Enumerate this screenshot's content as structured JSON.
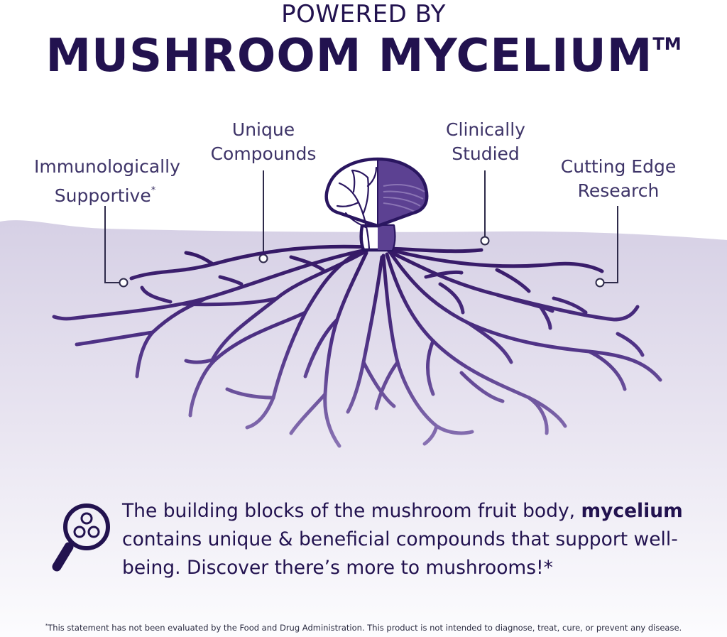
{
  "header": {
    "eyebrow": "POWERED BY",
    "title": "MUSHROOM MYCELIUM",
    "trademark": "TM"
  },
  "callouts": [
    {
      "line1": "Immunologically",
      "line2": "Supportive",
      "mark": "*"
    },
    {
      "line1": "Unique",
      "line2": "Compounds",
      "mark": ""
    },
    {
      "line1": "Clinically",
      "line2": "Studied",
      "mark": ""
    },
    {
      "line1": "Cutting Edge",
      "line2": "Research",
      "mark": ""
    }
  ],
  "description": {
    "before": "The building blocks of the mushroom fruit body, ",
    "bold": "mycelium",
    "after": " contains unique & beneficial compounds that support well-being. Discover there’s more to mushrooms!*"
  },
  "footnote": {
    "mark": "*",
    "text": "This statement has not been evaluated by the Food and Drug Administration. This product is not intended to diagnose, treat, cure, or prevent any disease."
  },
  "icons": {
    "magnifier": "magnifying-glass-molecule-icon",
    "mushroom": "mushroom-illustration"
  },
  "colors": {
    "title": "#22124f",
    "label": "#3e3468",
    "root_dark": "#321662",
    "root_light": "#7e65aa",
    "cap_shade": "#5c4192",
    "ground": "#dcd6e8"
  }
}
